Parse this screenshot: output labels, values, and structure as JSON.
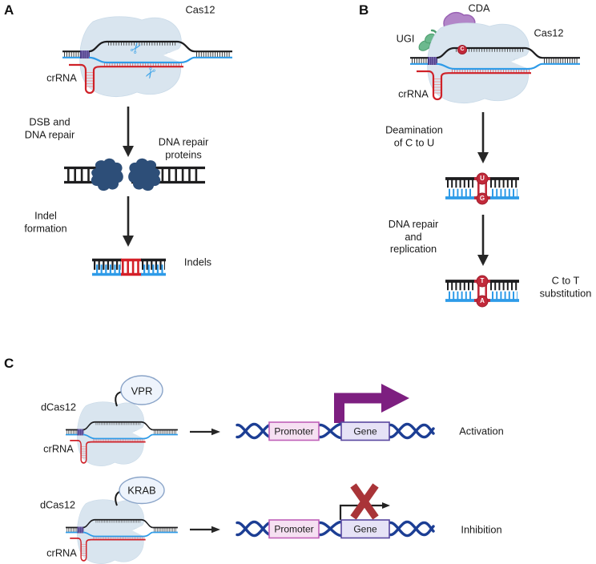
{
  "figure_title": "Cas12 genome editing, base editing and transcriptional regulation schematic",
  "colors": {
    "cas_body": "#d9e5ef",
    "dna_top_strand": "#1d1d1f",
    "dna_bottom_strand": "#2e9be8",
    "crrna": "#cf2128",
    "pam": "#4a3a85",
    "scissors": "#45a7e8",
    "repair_protein": "#2d4e78",
    "indel_red": "#d42028",
    "base_circle": "#c2293a",
    "cda_blob": "#b286c8",
    "ugi_blob": "#6cb98e",
    "effector_bubble": "#eef4fc",
    "helix_blue": "#1c3e94",
    "promoter_fill": "#f6e0f2",
    "promoter_border": "#c060b8",
    "gene_fill": "#e6e2f6",
    "gene_border": "#5948a0",
    "activation_arrow": "#7d1f80",
    "inhibition_x": "#a93438"
  },
  "panel_a": {
    "label": "A",
    "cas12": "Cas12",
    "crrna": "crRNA",
    "scissors_icon": "✂",
    "step1_line1": "DSB and",
    "step1_line2": "DNA repair",
    "proteins_line1": "DNA repair",
    "proteins_line2": "proteins",
    "step2_line1": "Indel",
    "step2_line2": "formation",
    "result": "Indels"
  },
  "panel_b": {
    "label": "B",
    "cda": "CDA",
    "ugi": "UGI",
    "cas12": "Cas12",
    "crrna": "crRNA",
    "base_c": "C",
    "base_u": "U",
    "base_g": "G",
    "base_t": "T",
    "base_a": "A",
    "step1_line1": "Deamination",
    "step1_line2": "of C to U",
    "step2_line1": "DNA repair",
    "step2_line2": "and",
    "step2_line3": "replication",
    "result_line1": "C to T",
    "result_line2": "substitution"
  },
  "panel_c": {
    "label": "C",
    "row1": {
      "effector": "VPR",
      "dcas12": "dCas12",
      "crrna": "crRNA",
      "promoter": "Promoter",
      "gene": "Gene",
      "outcome": "Activation"
    },
    "row2": {
      "effector": "KRAB",
      "dcas12": "dCas12",
      "crrna": "crRNA",
      "promoter": "Promoter",
      "gene": "Gene",
      "outcome": "Inhibition"
    }
  }
}
